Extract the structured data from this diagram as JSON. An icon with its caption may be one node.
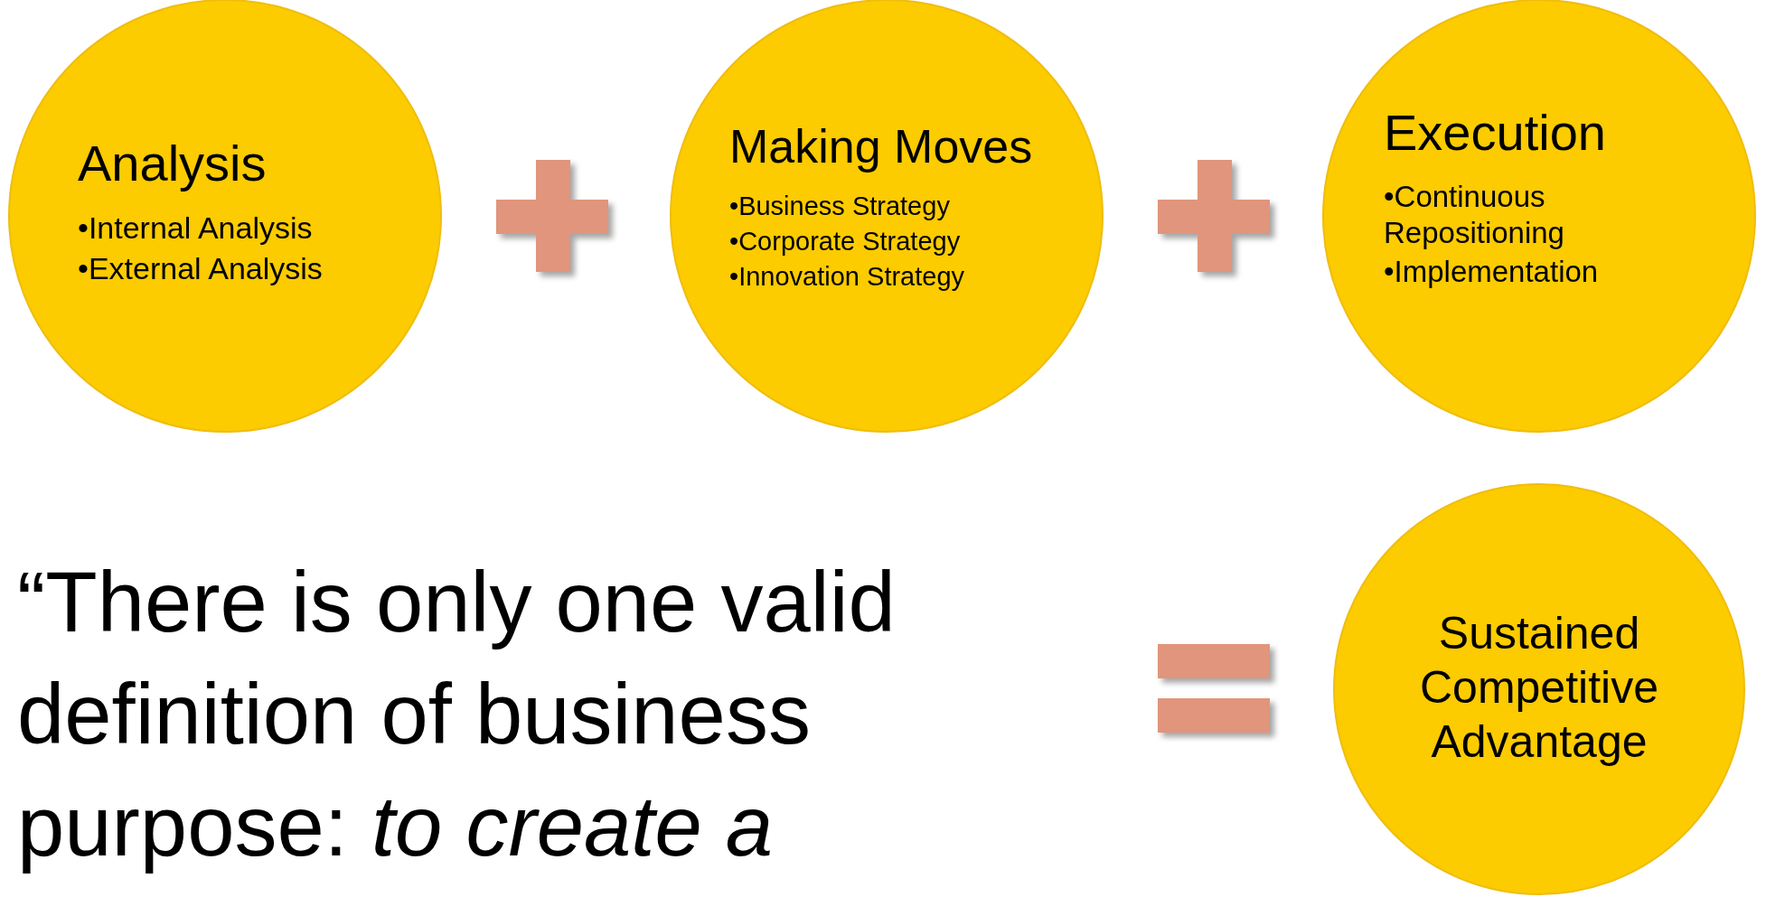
{
  "diagram": {
    "nodes": [
      {
        "text": [
          "Analysis",
          "•Internal Analysis",
          "•External Analysis"
        ]
      },
      {
        "text": [
          "Making Moves",
          "•Business Strategy",
          "•Corporate Strategy",
          "•Innovation Strategy"
        ]
      },
      {
        "text": [
          "Execution",
          "•Continuous Repositioning",
          "•Implementation"
        ]
      },
      {
        "text": [
          "Sustained Competitive Advantage"
        ]
      }
    ],
    "labels": [
      "“There is only one valid definition of business purpose: *to create a*"
    ]
  }
}
